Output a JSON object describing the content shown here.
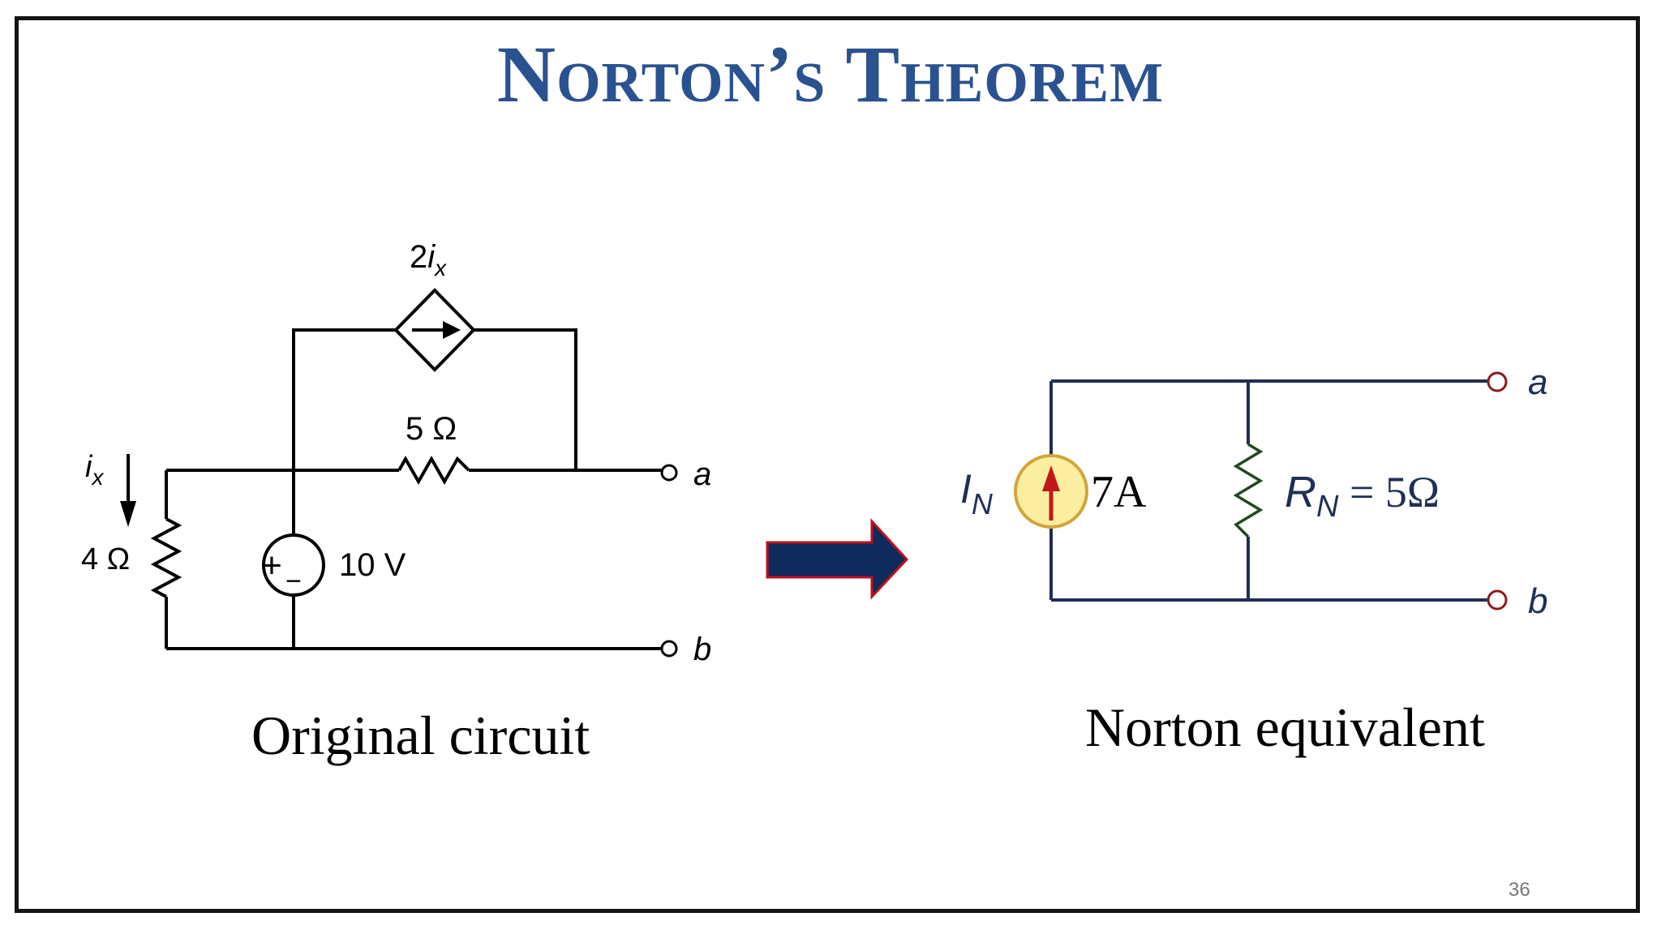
{
  "title": "Norton’s Theorem",
  "page_number": "36",
  "original": {
    "caption": "Original circuit",
    "current_label_var": "i",
    "current_label_sub": "x",
    "resistor_left": "4 Ω",
    "resistor_middle": "5 Ω",
    "source_voltage": "10 V",
    "dependent_coef": "2",
    "dependent_var": "i",
    "dependent_sub": "x",
    "terminal_a": "a",
    "terminal_b": "b",
    "plus": "+",
    "minus": "−"
  },
  "norton": {
    "caption": "Norton equivalent",
    "current_var": "I",
    "current_sub": "N",
    "current_value": "7A",
    "resistor_var": "R",
    "resistor_sub": "N",
    "resistor_value": " = 5Ω",
    "terminal_a": "a",
    "terminal_b": "b"
  },
  "colors": {
    "title": "#2a5290",
    "wire_norton": "#1f2f55",
    "arrow_fill": "#0f2a5c",
    "arrow_border": "#c0101a",
    "source_fill": "#fbeea0",
    "source_stroke": "#d1a53a",
    "source_arrow": "#c01818",
    "resistor_norton": "#1f4a1f",
    "terminal_norton": "#8b1a1a"
  }
}
